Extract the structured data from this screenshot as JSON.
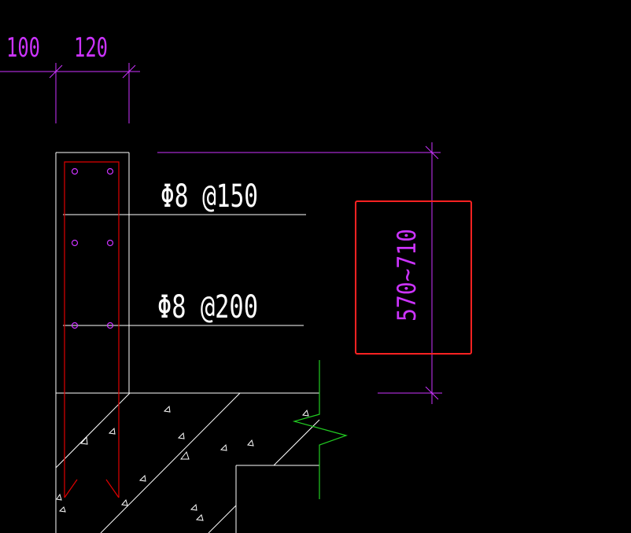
{
  "dimensions": {
    "width_a": "100",
    "width_b": "120",
    "height_range": "570~710"
  },
  "rebar": {
    "upper_label": "Φ8 @150",
    "lower_label": "Φ8 @200"
  },
  "colors": {
    "background": "#000000",
    "dimension": "#cc33ff",
    "outline": "#ffffff",
    "rebar": "#e00000",
    "highlight": "#ff2222",
    "break_line": "#22cc22"
  }
}
